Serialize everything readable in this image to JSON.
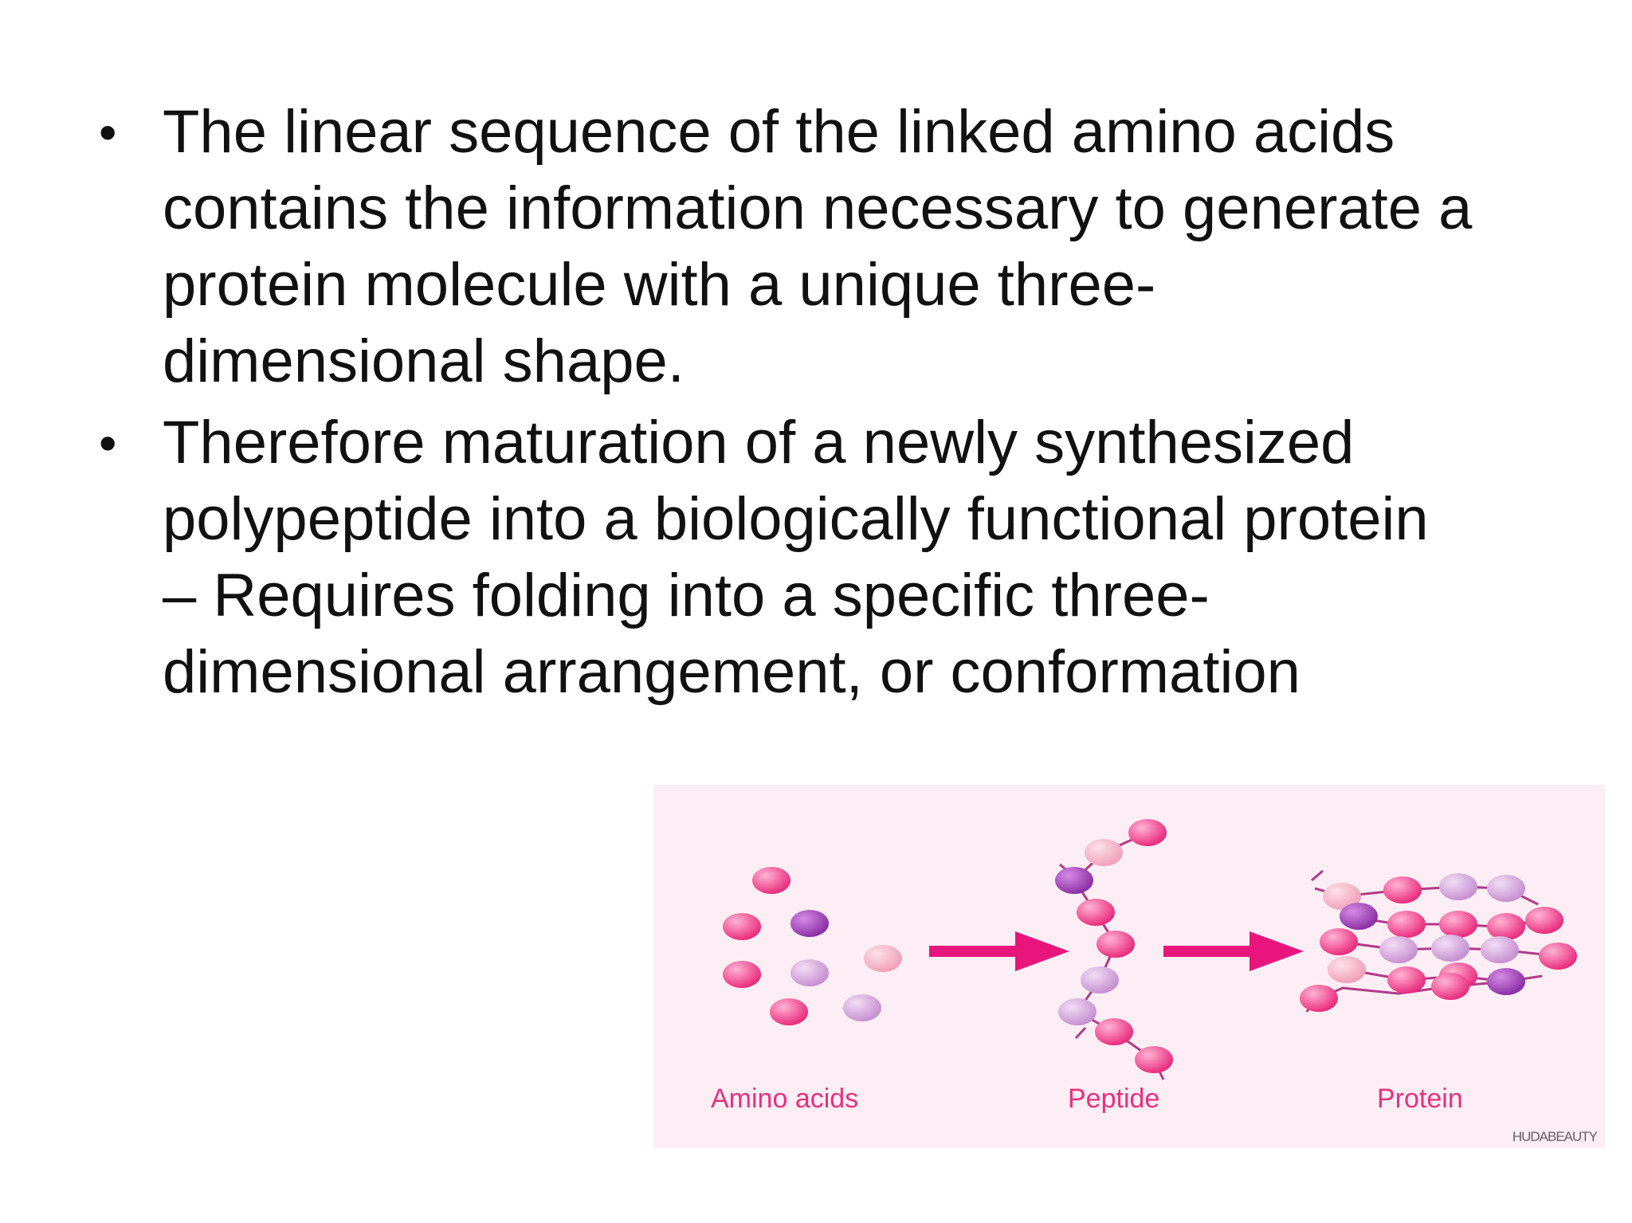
{
  "bullets": [
    {
      "lines": [
        "The linear sequence of the linked amino acids",
        "contains the information necessary to generate a",
        "protein molecule with a unique three-",
        "dimensional shape."
      ]
    },
    {
      "lines": [
        "Therefore maturation of a newly synthesized",
        "polypeptide into a biologically functional protein",
        "– Requires folding into a specific three-",
        "dimensional arrangement, or conformation"
      ]
    }
  ],
  "figure": {
    "labels": {
      "amino_acids": "Amino acids",
      "peptide": "Peptide",
      "protein": "Protein"
    },
    "watermark": "HUDABEAUTY",
    "colors": {
      "background": "#fceef4",
      "accent": "#e8317d",
      "hot_pink": "#f2398a",
      "purple": "#9c3fb1",
      "lavender": "#cf9bd6",
      "light_pink": "#f6b3c6"
    }
  }
}
